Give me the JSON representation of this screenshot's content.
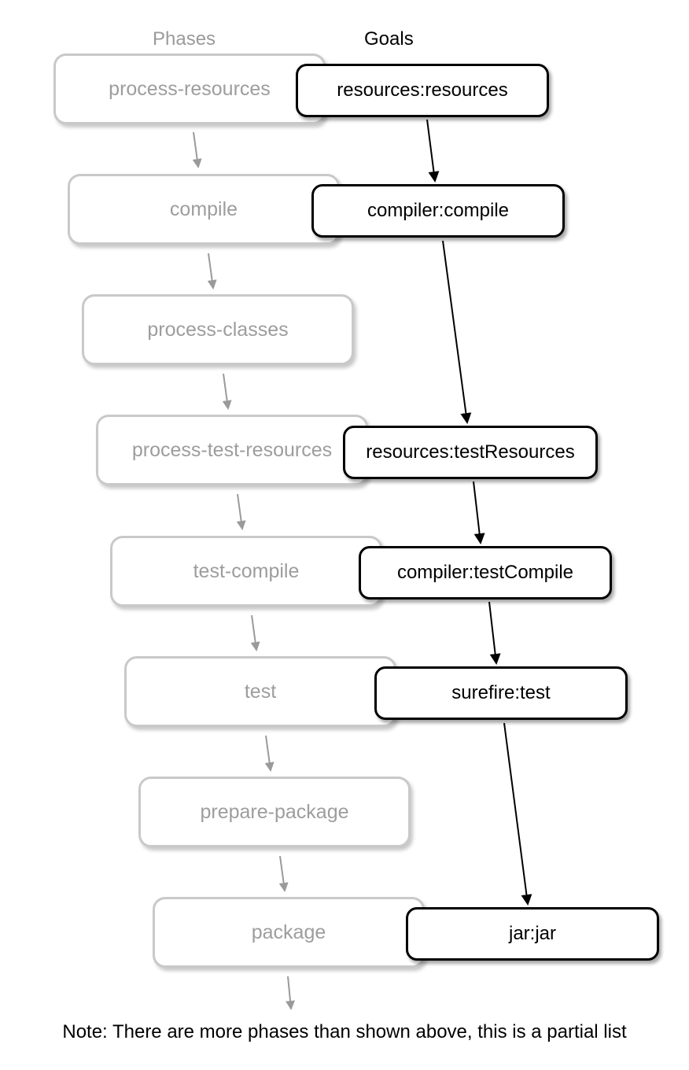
{
  "headers": {
    "phases": "Phases",
    "goals": "Goals"
  },
  "phases": [
    "process-resources",
    "compile",
    "process-classes",
    "process-test-resources",
    "test-compile",
    "test",
    "prepare-package",
    "package"
  ],
  "goals": [
    "resources:resources",
    "compiler:compile",
    "resources:testResources",
    "compiler:testCompile",
    "surefire:test",
    "jar:jar"
  ],
  "note": "Note: There are more phases than shown above, this is a partial list",
  "colors": {
    "phase_text": "#9d9d9d",
    "phase_border": "#c9c9c9",
    "phase_arrow": "#9a9a9a",
    "goal_border": "#000000",
    "goal_arrow": "#000000"
  }
}
